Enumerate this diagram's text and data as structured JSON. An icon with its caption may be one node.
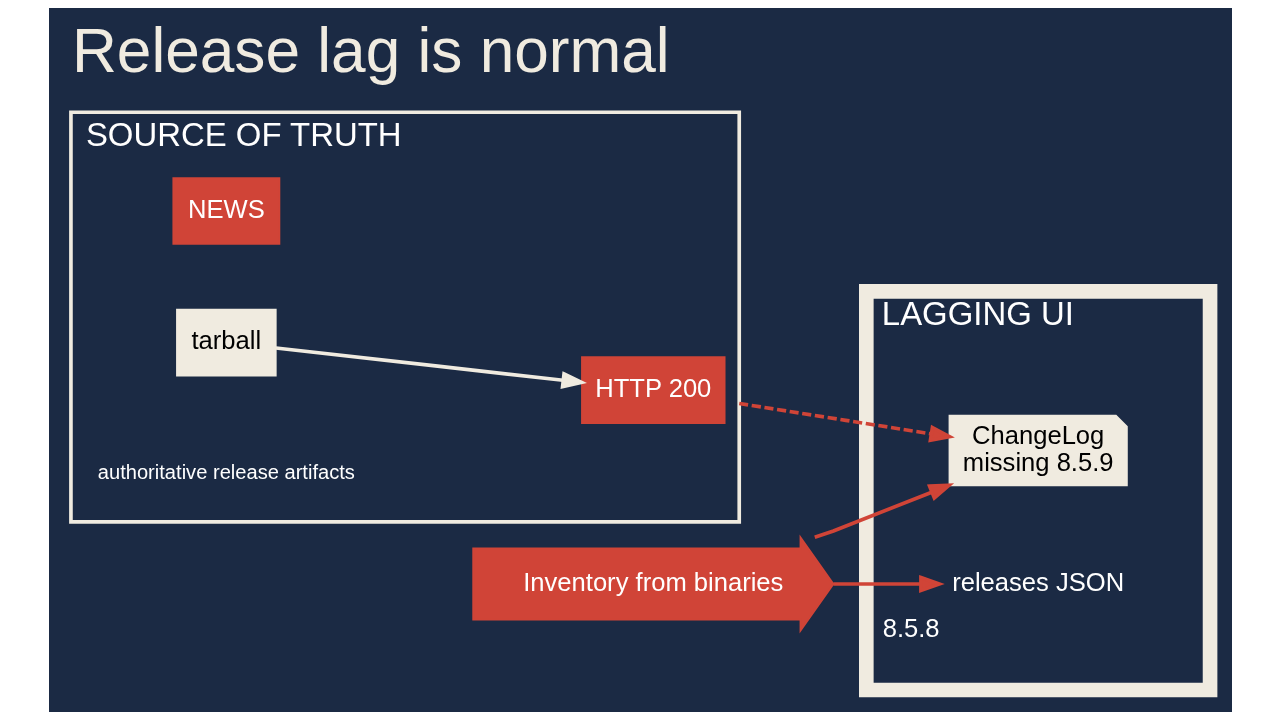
{
  "diagram": {
    "title": "Release lag is normal",
    "nodes": [
      {
        "text": [
          "SOURCE OF TRUTH"
        ]
      },
      {
        "text": [
          "NEWS"
        ],
        "in": 0
      },
      {
        "text": [
          "tarball"
        ],
        "in": 0
      },
      {
        "text": [
          "HTTP 200"
        ],
        "in": 0
      },
      {
        "text": [
          "Inventory from binaries"
        ]
      },
      {
        "text": [
          "LAGGING UI"
        ]
      },
      {
        "text": [
          "releases JSON"
        ],
        "in": 5,
        "beside": [
          "8.5.8"
        ]
      },
      {
        "text": [
          "ChangeLog",
          "missing 8.5.9"
        ],
        "in": 5
      }
    ],
    "edges": [
      {
        "from": 2,
        "to": 3,
        "arrow": "to",
        "color": "#f0ebe0"
      },
      {
        "from": 4,
        "to": 6,
        "arrow": "to"
      },
      {
        "from": 4,
        "to": 7,
        "arrow": "to"
      },
      {
        "from": 0,
        "to": 7,
        "arrow": "to",
        "style": "dashed"
      }
    ],
    "labels": [
      "authoritative release artifacts"
    ]
  }
}
